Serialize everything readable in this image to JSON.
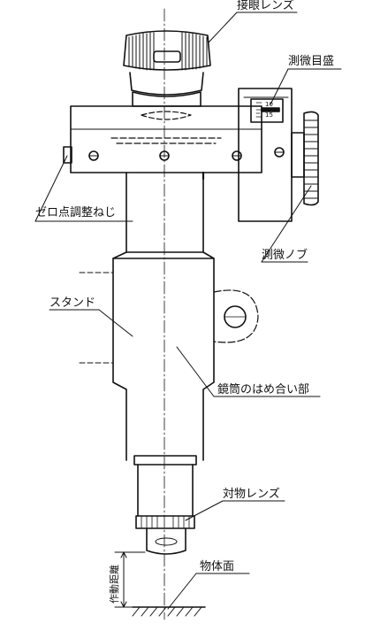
{
  "labels": {
    "eyepiece": "接眼レンズ",
    "micrometer_scale": "測微目盛",
    "zero_adjust_screw": "ゼロ点調整ねじ",
    "micrometer_knob": "測微ノブ",
    "stand": "スタンド",
    "tube_fit": "鏡筒のはめ合い部",
    "objective": "対物レンズ",
    "object_surface": "物体面",
    "working_distance": "作動距離"
  },
  "scale_numbers": {
    "top": "10",
    "bottom": "15"
  }
}
